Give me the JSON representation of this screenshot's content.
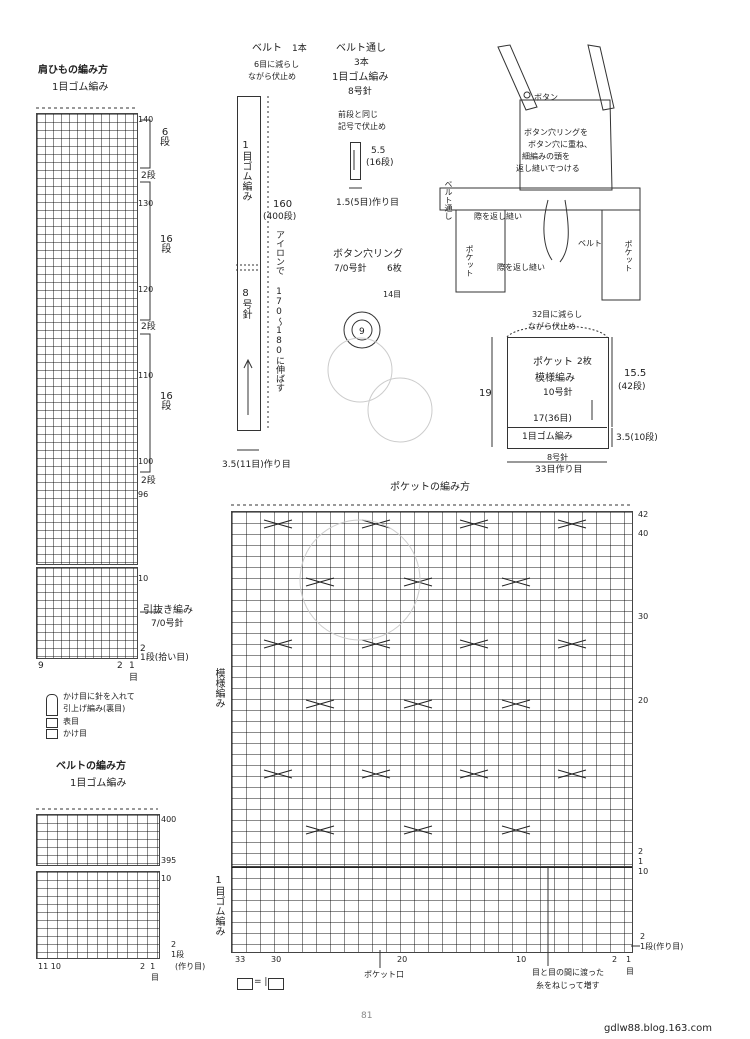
{
  "strap": {
    "title": "肩ひもの編み方",
    "subtitle": "1目ゴム編み",
    "right_numbers": [
      "140",
      "130",
      "120",
      "110",
      "100",
      "96",
      "10"
    ],
    "segments": [
      "6\n段",
      "16\n段",
      "16\n段"
    ],
    "marks": [
      "2段",
      "2段",
      "2段"
    ],
    "note_cast": "引抜き編み",
    "needle": "7/0号針",
    "bottom_row": "1段(拾い目)",
    "bottom_marks": [
      "2"
    ],
    "bottom_left": "9",
    "bottom_right_a": "2",
    "bottom_right_b": "1",
    "bottom_right_c": "目"
  },
  "legend": {
    "l1": "かけ目に針を入れて",
    "l2": "引上げ編み(裏目)",
    "l3": "表目",
    "l4": "かけ目"
  },
  "belt_chart": {
    "title": "ベルトの編み方",
    "subtitle": "1目ゴム編み",
    "top_num": "400",
    "mid_num": "395",
    "low_num": "10",
    "mark": "2",
    "bottom_row": "1段",
    "bottom_row2": "(作り目)",
    "bottom_left": "11 10",
    "bottom_right": "2  1",
    "bottom_unit": "目"
  },
  "belt_diagram": {
    "title": "ベルト",
    "count": "1本",
    "top_note_1": "6目に減らし",
    "top_note_2": "ながら伏止め",
    "label_rib": "1目ゴム編み",
    "needle": "8号針",
    "length": "160",
    "rows": "(400段)",
    "iron_note": "アイロンで",
    "iron_range": "170～180に伸ばす",
    "bottom": "3.5(11目)作り目"
  },
  "loop": {
    "title": "ベルト通し",
    "count": "3本",
    "pattern": "1目ゴム編み",
    "needle": "8号針",
    "note_1": "前段と同じ",
    "note_2": "記号で伏止め",
    "height": "5.5",
    "rows": "(16段)",
    "bottom": "1.5(5目)作り目"
  },
  "ring": {
    "title": "ボタン穴リング",
    "needle": "7/0号針",
    "count": "6枚",
    "stitches": "14目",
    "center": "9"
  },
  "apron": {
    "button": "ボタン",
    "note_1": "ボタン穴リングを",
    "note_2": "ボタン穴に重ね、",
    "note_3": "細編みの頭を",
    "note_4": "返し縫いでつける",
    "loop": "ベルト通し",
    "sew1": "際を返し縫い",
    "belt": "ベルト",
    "pocket": "ポケット",
    "sew2": "際を返し縫い"
  },
  "pocket": {
    "top_1": "32目に減らし",
    "top_2": "ながら伏止め",
    "title": "ポケット",
    "count": "2枚",
    "pattern": "模様編み",
    "needle": "10号針",
    "width_in": "17(36目)",
    "rib": "1目ゴム編み",
    "left_height": "19",
    "right_height": "15.5",
    "right_rows": "(42段)",
    "rib_height": "3.5(10段)",
    "bottom_needle": "8号針",
    "bottom": "33目作り目"
  },
  "pocket_chart": {
    "title": "ポケットの編み方",
    "side_pattern": "模様編み",
    "side_rib": "1目ゴム編み",
    "right_numbers": [
      "42",
      "40",
      "30",
      "20",
      "10"
    ],
    "mark_2": "2",
    "mark_1": "1",
    "bottom_row": "1段(作り目)",
    "bottom_left": "33",
    "bottom_30": "30",
    "bottom_20": "20",
    "bottom_10": "10",
    "bottom_right_a": "2",
    "bottom_right_b": "1",
    "bottom_unit": "目",
    "pocket_opening": "ポケット口",
    "note_1": "目と目の間に渡った",
    "note_2": "糸をねじって増す",
    "key": "= |"
  },
  "footer": {
    "page": "81",
    "site": "gdlw88.blog.163.com"
  }
}
